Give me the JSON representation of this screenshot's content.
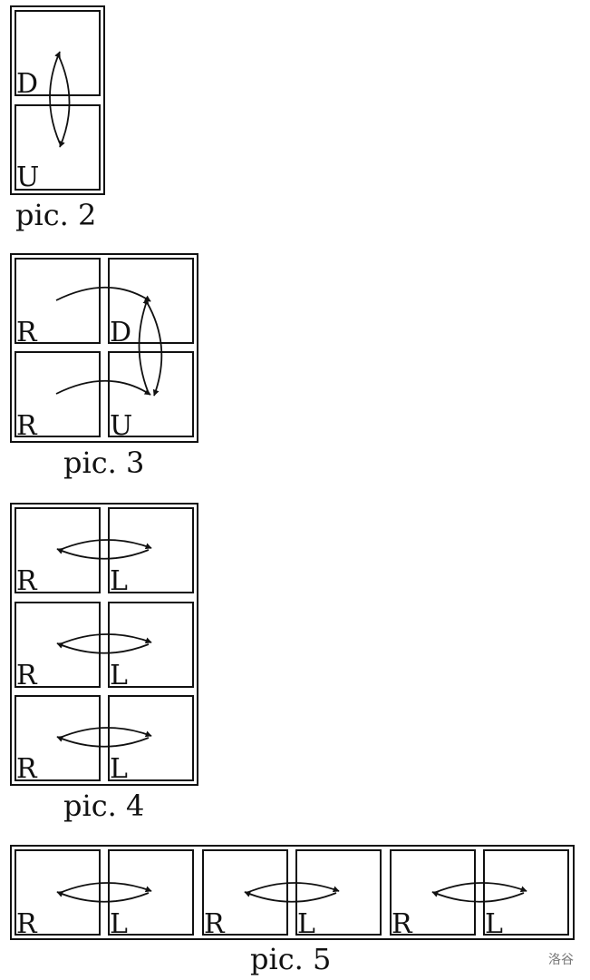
{
  "figures": [
    {
      "caption": "pic. 2",
      "rows": 2,
      "cols": 1,
      "labels": [
        [
          "D"
        ],
        [
          "U"
        ]
      ]
    },
    {
      "caption": "pic. 3",
      "rows": 2,
      "cols": 2,
      "labels": [
        [
          "R",
          "D"
        ],
        [
          "R",
          "U"
        ]
      ]
    },
    {
      "caption": "pic. 4",
      "rows": 3,
      "cols": 2,
      "labels": [
        [
          "R",
          "L"
        ],
        [
          "R",
          "L"
        ],
        [
          "R",
          "L"
        ]
      ]
    },
    {
      "caption": "pic. 5",
      "rows": 1,
      "cols": 6,
      "labels": [
        [
          "R",
          "L",
          "R",
          "L",
          "R",
          "L"
        ]
      ]
    }
  ],
  "watermark": "洛谷"
}
